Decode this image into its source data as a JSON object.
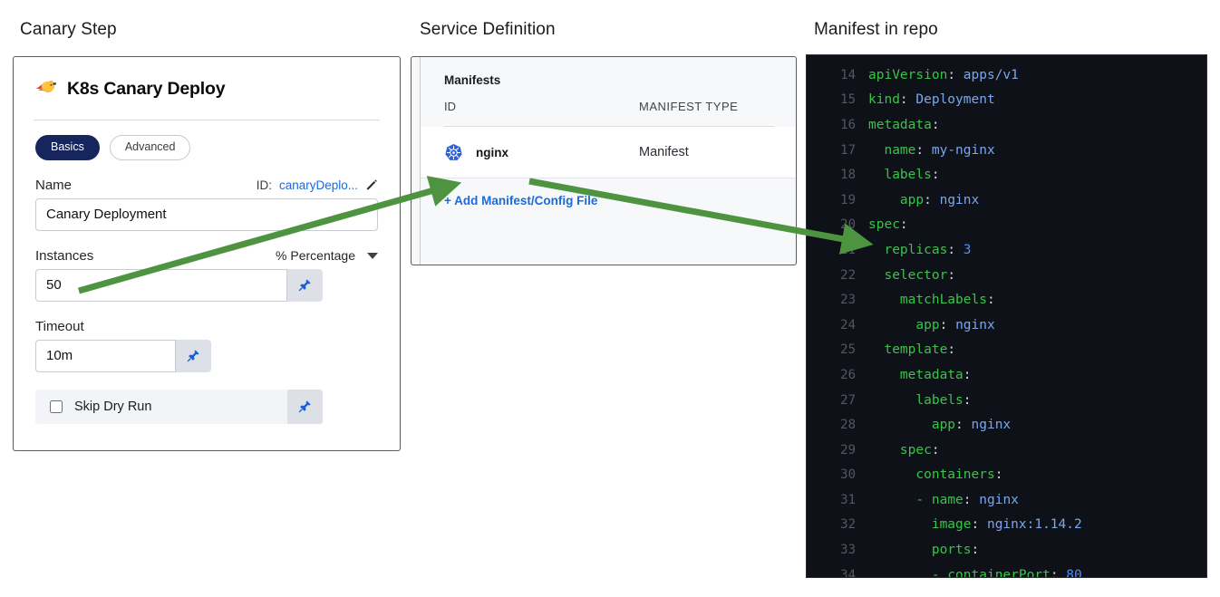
{
  "captions": {
    "canary_step": "Canary Step",
    "service_definition": "Service Definition",
    "manifest_in_repo": "Manifest in repo"
  },
  "colors": {
    "accent_blue": "#1a6be0",
    "pill_active_bg": "#16255c",
    "arrow_green": "#4e9440",
    "code_bg": "#0e1117",
    "code_key_green": "#39c449",
    "code_value_blue": "#7aa7ee",
    "code_number_blue": "#4d8ef7"
  },
  "canary_step": {
    "step_icon": "canary-bird-icon",
    "title": "K8s Canary Deploy",
    "tabs": [
      {
        "label": "Basics",
        "active": true
      },
      {
        "label": "Advanced",
        "active": false
      }
    ],
    "name_field": {
      "label": "Name",
      "id_prefix": "ID:",
      "id_value": "canaryDeplo...",
      "edit_icon": "pencil-icon",
      "value": "Canary Deployment"
    },
    "instances_field": {
      "label": "Instances",
      "unit_select": "% Percentage",
      "select_icon": "chevron-down-icon",
      "value": "50",
      "pin_icon": "pin-icon"
    },
    "timeout_field": {
      "label": "Timeout",
      "value": "10m",
      "pin_icon": "pin-icon"
    },
    "skip_dry_run": {
      "label": "Skip Dry Run",
      "checked": false,
      "pin_icon": "pin-icon"
    }
  },
  "service_definition": {
    "title": "Manifests",
    "columns": {
      "id": "ID",
      "manifest_type": "MANIFEST TYPE"
    },
    "rows": [
      {
        "icon": "kubernetes-icon",
        "id": "nginx",
        "type": "Manifest"
      }
    ],
    "add_link": "+ Add Manifest/Config File"
  },
  "manifest_code": {
    "lines": [
      {
        "no": "14",
        "indent": 0,
        "tokens": [
          {
            "t": "apiVersion",
            "c": "k"
          },
          {
            "t": ": ",
            "c": "p"
          },
          {
            "t": "apps/v1",
            "c": "s"
          }
        ]
      },
      {
        "no": "15",
        "indent": 0,
        "tokens": [
          {
            "t": "kind",
            "c": "k"
          },
          {
            "t": ": ",
            "c": "p"
          },
          {
            "t": "Deployment",
            "c": "s"
          }
        ]
      },
      {
        "no": "16",
        "indent": 0,
        "tokens": [
          {
            "t": "metadata",
            "c": "k"
          },
          {
            "t": ":",
            "c": "p"
          }
        ]
      },
      {
        "no": "17",
        "indent": 1,
        "tokens": [
          {
            "t": "name",
            "c": "k"
          },
          {
            "t": ": ",
            "c": "p"
          },
          {
            "t": "my-nginx",
            "c": "s"
          }
        ]
      },
      {
        "no": "18",
        "indent": 1,
        "tokens": [
          {
            "t": "labels",
            "c": "k"
          },
          {
            "t": ":",
            "c": "p"
          }
        ]
      },
      {
        "no": "19",
        "indent": 2,
        "tokens": [
          {
            "t": "app",
            "c": "k"
          },
          {
            "t": ": ",
            "c": "p"
          },
          {
            "t": "nginx",
            "c": "s"
          }
        ]
      },
      {
        "no": "20",
        "indent": 0,
        "tokens": [
          {
            "t": "spec",
            "c": "k"
          },
          {
            "t": ":",
            "c": "p"
          }
        ]
      },
      {
        "no": "21",
        "indent": 1,
        "tokens": [
          {
            "t": "replicas",
            "c": "k"
          },
          {
            "t": ": ",
            "c": "p"
          },
          {
            "t": "3",
            "c": "n"
          }
        ]
      },
      {
        "no": "22",
        "indent": 1,
        "tokens": [
          {
            "t": "selector",
            "c": "k"
          },
          {
            "t": ":",
            "c": "p"
          }
        ]
      },
      {
        "no": "23",
        "indent": 2,
        "tokens": [
          {
            "t": "matchLabels",
            "c": "k"
          },
          {
            "t": ":",
            "c": "p"
          }
        ]
      },
      {
        "no": "24",
        "indent": 3,
        "tokens": [
          {
            "t": "app",
            "c": "k"
          },
          {
            "t": ": ",
            "c": "p"
          },
          {
            "t": "nginx",
            "c": "s"
          }
        ]
      },
      {
        "no": "25",
        "indent": 1,
        "tokens": [
          {
            "t": "template",
            "c": "k"
          },
          {
            "t": ":",
            "c": "p"
          }
        ]
      },
      {
        "no": "26",
        "indent": 2,
        "tokens": [
          {
            "t": "metadata",
            "c": "k"
          },
          {
            "t": ":",
            "c": "p"
          }
        ]
      },
      {
        "no": "27",
        "indent": 3,
        "tokens": [
          {
            "t": "labels",
            "c": "k"
          },
          {
            "t": ":",
            "c": "p"
          }
        ]
      },
      {
        "no": "28",
        "indent": 4,
        "tokens": [
          {
            "t": "app",
            "c": "k"
          },
          {
            "t": ": ",
            "c": "p"
          },
          {
            "t": "nginx",
            "c": "s"
          }
        ]
      },
      {
        "no": "29",
        "indent": 2,
        "tokens": [
          {
            "t": "spec",
            "c": "k"
          },
          {
            "t": ":",
            "c": "p"
          }
        ]
      },
      {
        "no": "30",
        "indent": 3,
        "tokens": [
          {
            "t": "containers",
            "c": "k"
          },
          {
            "t": ":",
            "c": "p"
          }
        ]
      },
      {
        "no": "31",
        "indent": 3,
        "tokens": [
          {
            "t": "- ",
            "c": "d"
          },
          {
            "t": "name",
            "c": "k"
          },
          {
            "t": ": ",
            "c": "p"
          },
          {
            "t": "nginx",
            "c": "s"
          }
        ]
      },
      {
        "no": "32",
        "indent": 4,
        "tokens": [
          {
            "t": "image",
            "c": "k"
          },
          {
            "t": ": ",
            "c": "p"
          },
          {
            "t": "nginx:1.14.2",
            "c": "s"
          }
        ]
      },
      {
        "no": "33",
        "indent": 4,
        "tokens": [
          {
            "t": "ports",
            "c": "k"
          },
          {
            "t": ":",
            "c": "p"
          }
        ]
      },
      {
        "no": "34",
        "indent": 4,
        "tokens": [
          {
            "t": "- ",
            "c": "d"
          },
          {
            "t": "containerPort",
            "c": "k"
          },
          {
            "t": ": ",
            "c": "p"
          },
          {
            "t": "80",
            "c": "n"
          }
        ]
      }
    ]
  },
  "annotations": {
    "arrow_1": {
      "name": "arrow-instances-to-manifest",
      "from": "Instances field",
      "to": "nginx manifest row"
    },
    "arrow_2": {
      "name": "arrow-manifest-to-replicas",
      "from": "nginx manifest row",
      "to": "replicas: 3 line"
    }
  }
}
